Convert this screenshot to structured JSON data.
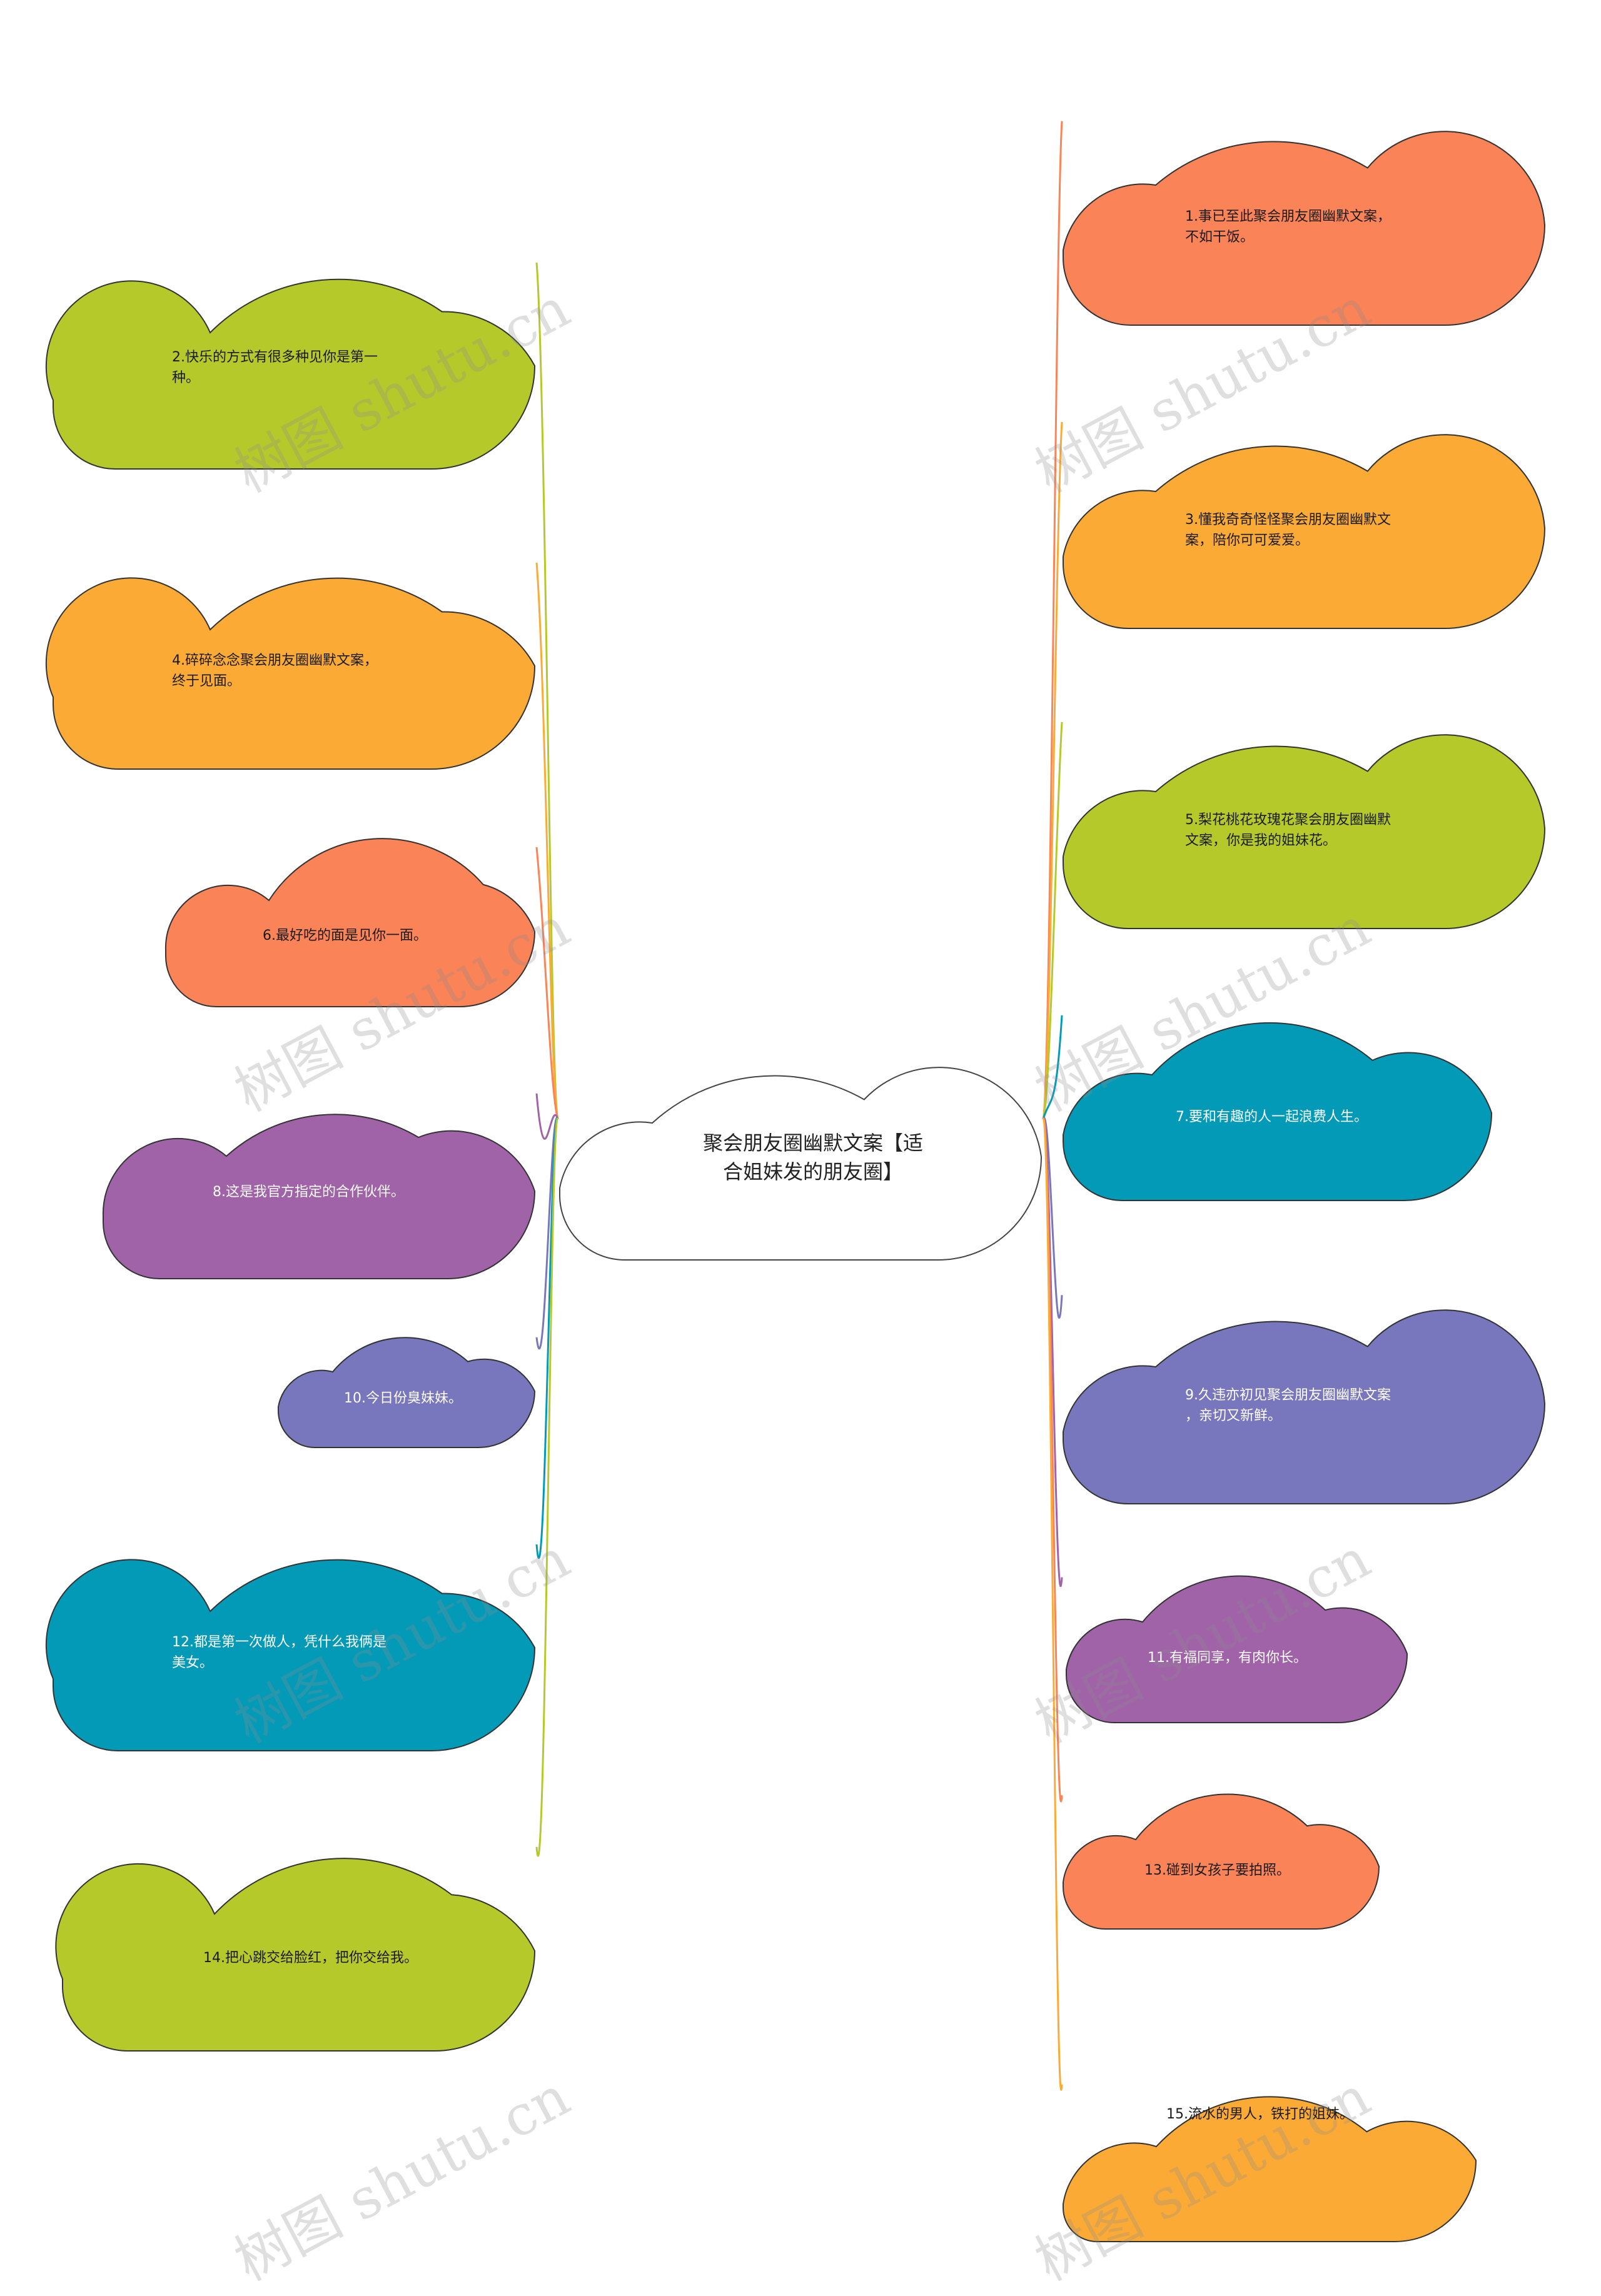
{
  "center": {
    "title": "聚会朋友圈幽默文案【适\n合姐妹发的朋友圈】"
  },
  "colors": {
    "green": "#b5c92b",
    "orange": "#fbab35",
    "coral": "#fa8358",
    "teal": "#039ab8",
    "purple": "#a063a8",
    "violet": "#7876bc"
  },
  "nodes": [
    {
      "label": "1.事已至此聚会朋友圈幽默文案，\n不如干饭。",
      "color": "coral",
      "side": "right"
    },
    {
      "label": "2.快乐的方式有很多种见你是第一\n种。",
      "color": "green",
      "side": "left"
    },
    {
      "label": "3.懂我奇奇怪怪聚会朋友圈幽默文\n案，陪你可可爱爱。",
      "color": "orange",
      "side": "right"
    },
    {
      "label": "4.碎碎念念聚会朋友圈幽默文案，\n终于见面。",
      "color": "orange",
      "side": "left"
    },
    {
      "label": "5.梨花桃花玫瑰花聚会朋友圈幽默\n文案，你是我的姐妹花。",
      "color": "green",
      "side": "right"
    },
    {
      "label": "6.最好吃的面是见你一面。",
      "color": "coral",
      "side": "left"
    },
    {
      "label": "7.要和有趣的人一起浪费人生。",
      "color": "teal",
      "side": "right"
    },
    {
      "label": "8.这是我官方指定的合作伙伴。",
      "color": "purple",
      "side": "left"
    },
    {
      "label": "9.久违亦初见聚会朋友圈幽默文案\n，亲切又新鲜。",
      "color": "violet",
      "side": "right"
    },
    {
      "label": "10.今日份臭妹妹。",
      "color": "violet",
      "side": "left"
    },
    {
      "label": "11.有福同享，有肉你长。",
      "color": "purple",
      "side": "right"
    },
    {
      "label": "12.都是第一次做人，凭什么我俩是\n美女。",
      "color": "teal",
      "side": "left"
    },
    {
      "label": "13.碰到女孩子要拍照。",
      "color": "coral",
      "side": "right"
    },
    {
      "label": "14.把心跳交给脸红，把你交给我。",
      "color": "green",
      "side": "left"
    },
    {
      "label": "15.流水的男人，铁打的姐妹。",
      "color": "orange",
      "side": "right"
    }
  ],
  "watermark": {
    "text": "树图 shutu.cn"
  }
}
